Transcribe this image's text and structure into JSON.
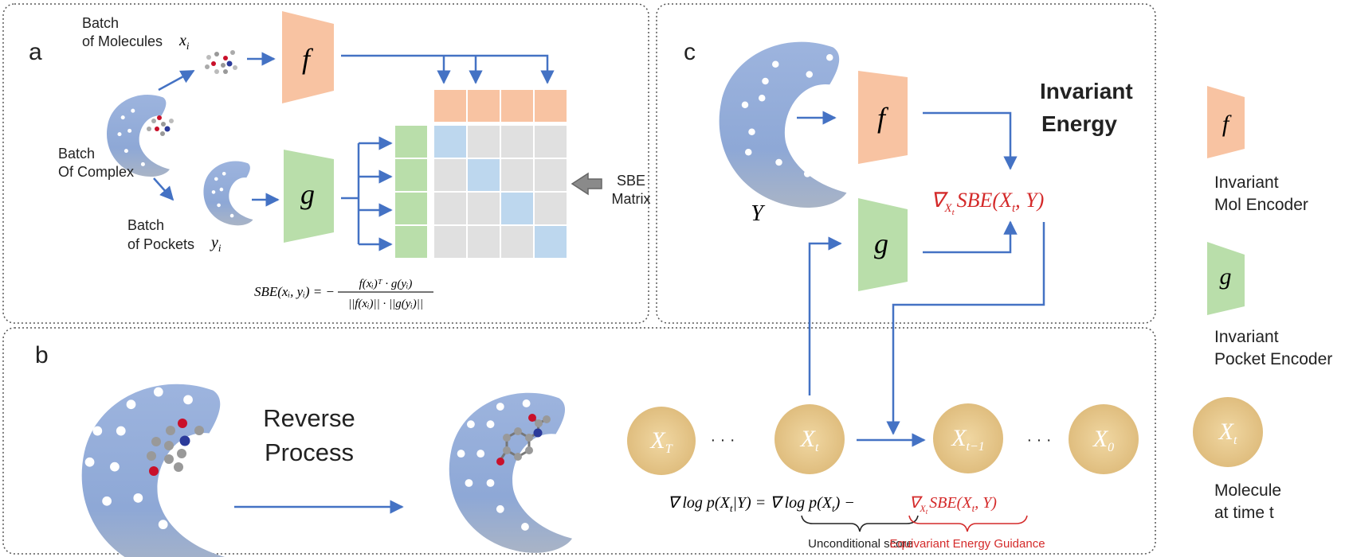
{
  "panel_a": {
    "letter": "a",
    "batch_molecules": [
      "Batch",
      "of Molecules"
    ],
    "var_x": "x",
    "var_x_sub": "i",
    "batch_complex": [
      "Batch",
      "Of Complex"
    ],
    "batch_pockets": [
      "Batch",
      "of Pockets"
    ],
    "var_y": "y",
    "var_y_sub": "i",
    "encoder_f": "f",
    "encoder_g": "g",
    "sbe_matrix": [
      "SBE",
      "Matrix"
    ],
    "sbe_lhs": "SBE(xᵢ, yᵢ) = −",
    "sbe_num": "f(xᵢ)ᵀ · g(yᵢ)",
    "sbe_den": "||f(xᵢ)|| · ||g(yᵢ)||"
  },
  "panel_b": {
    "letter": "b",
    "reverse_process": [
      "Reverse",
      "Process"
    ]
  },
  "panel_c": {
    "letter": "c",
    "encoder_f": "f",
    "encoder_g": "g",
    "pocket_var": "Y",
    "invariant_energy": [
      "Invariant",
      "Energy"
    ],
    "energy_grad": "∇",
    "energy_grad_sub": "X",
    "energy_grad_subsub": "t",
    "energy_expr": "SBE(X",
    "energy_expr_sub": "t",
    "energy_expr_tail": ", Y)"
  },
  "chain": {
    "nodes": [
      {
        "label": "X",
        "sub": "T"
      },
      {
        "label": "X",
        "sub": "t"
      },
      {
        "label": "X",
        "sub": "t−1"
      },
      {
        "label": "X",
        "sub": "0"
      }
    ],
    "ellipsis": "·  ·  ·",
    "eq_lhs": "∇ log p(X",
    "eq_lhs_sub": "t",
    "eq_lhs_tail": "|Y) = ∇ log p(X",
    "eq_mid_sub": "t",
    "eq_mid_tail": ") −",
    "eq_red": "∇",
    "eq_red_sub": "X",
    "eq_red_subsub": "t",
    "eq_red_tail": "SBE(X",
    "eq_red_tail_sub": "t",
    "eq_red_end": ", Y)",
    "unconditional_score": "Unconditional score",
    "equivariant_guidance": "Equivariant Energy Guidance"
  },
  "legend": {
    "mol_encoder_symbol": "f",
    "mol_encoder_label": [
      "Invariant",
      "Mol Encoder"
    ],
    "pocket_encoder_symbol": "g",
    "pocket_encoder_label": [
      "Invariant",
      "Pocket Encoder"
    ],
    "molecule_symbol": "X",
    "molecule_symbol_sub": "t",
    "molecule_label": [
      "Molecule",
      "at time t"
    ]
  },
  "colors": {
    "f_encoder": "#f8c3a2",
    "g_encoder": "#b9deaa",
    "pocket": "#94add8",
    "arrow": "#4472c4",
    "energy_red": "#d42a2a",
    "node_fill": "#e7c98f",
    "matrix_cell": "#e0e0e0",
    "matrix_diag": "#bdd7ee"
  }
}
